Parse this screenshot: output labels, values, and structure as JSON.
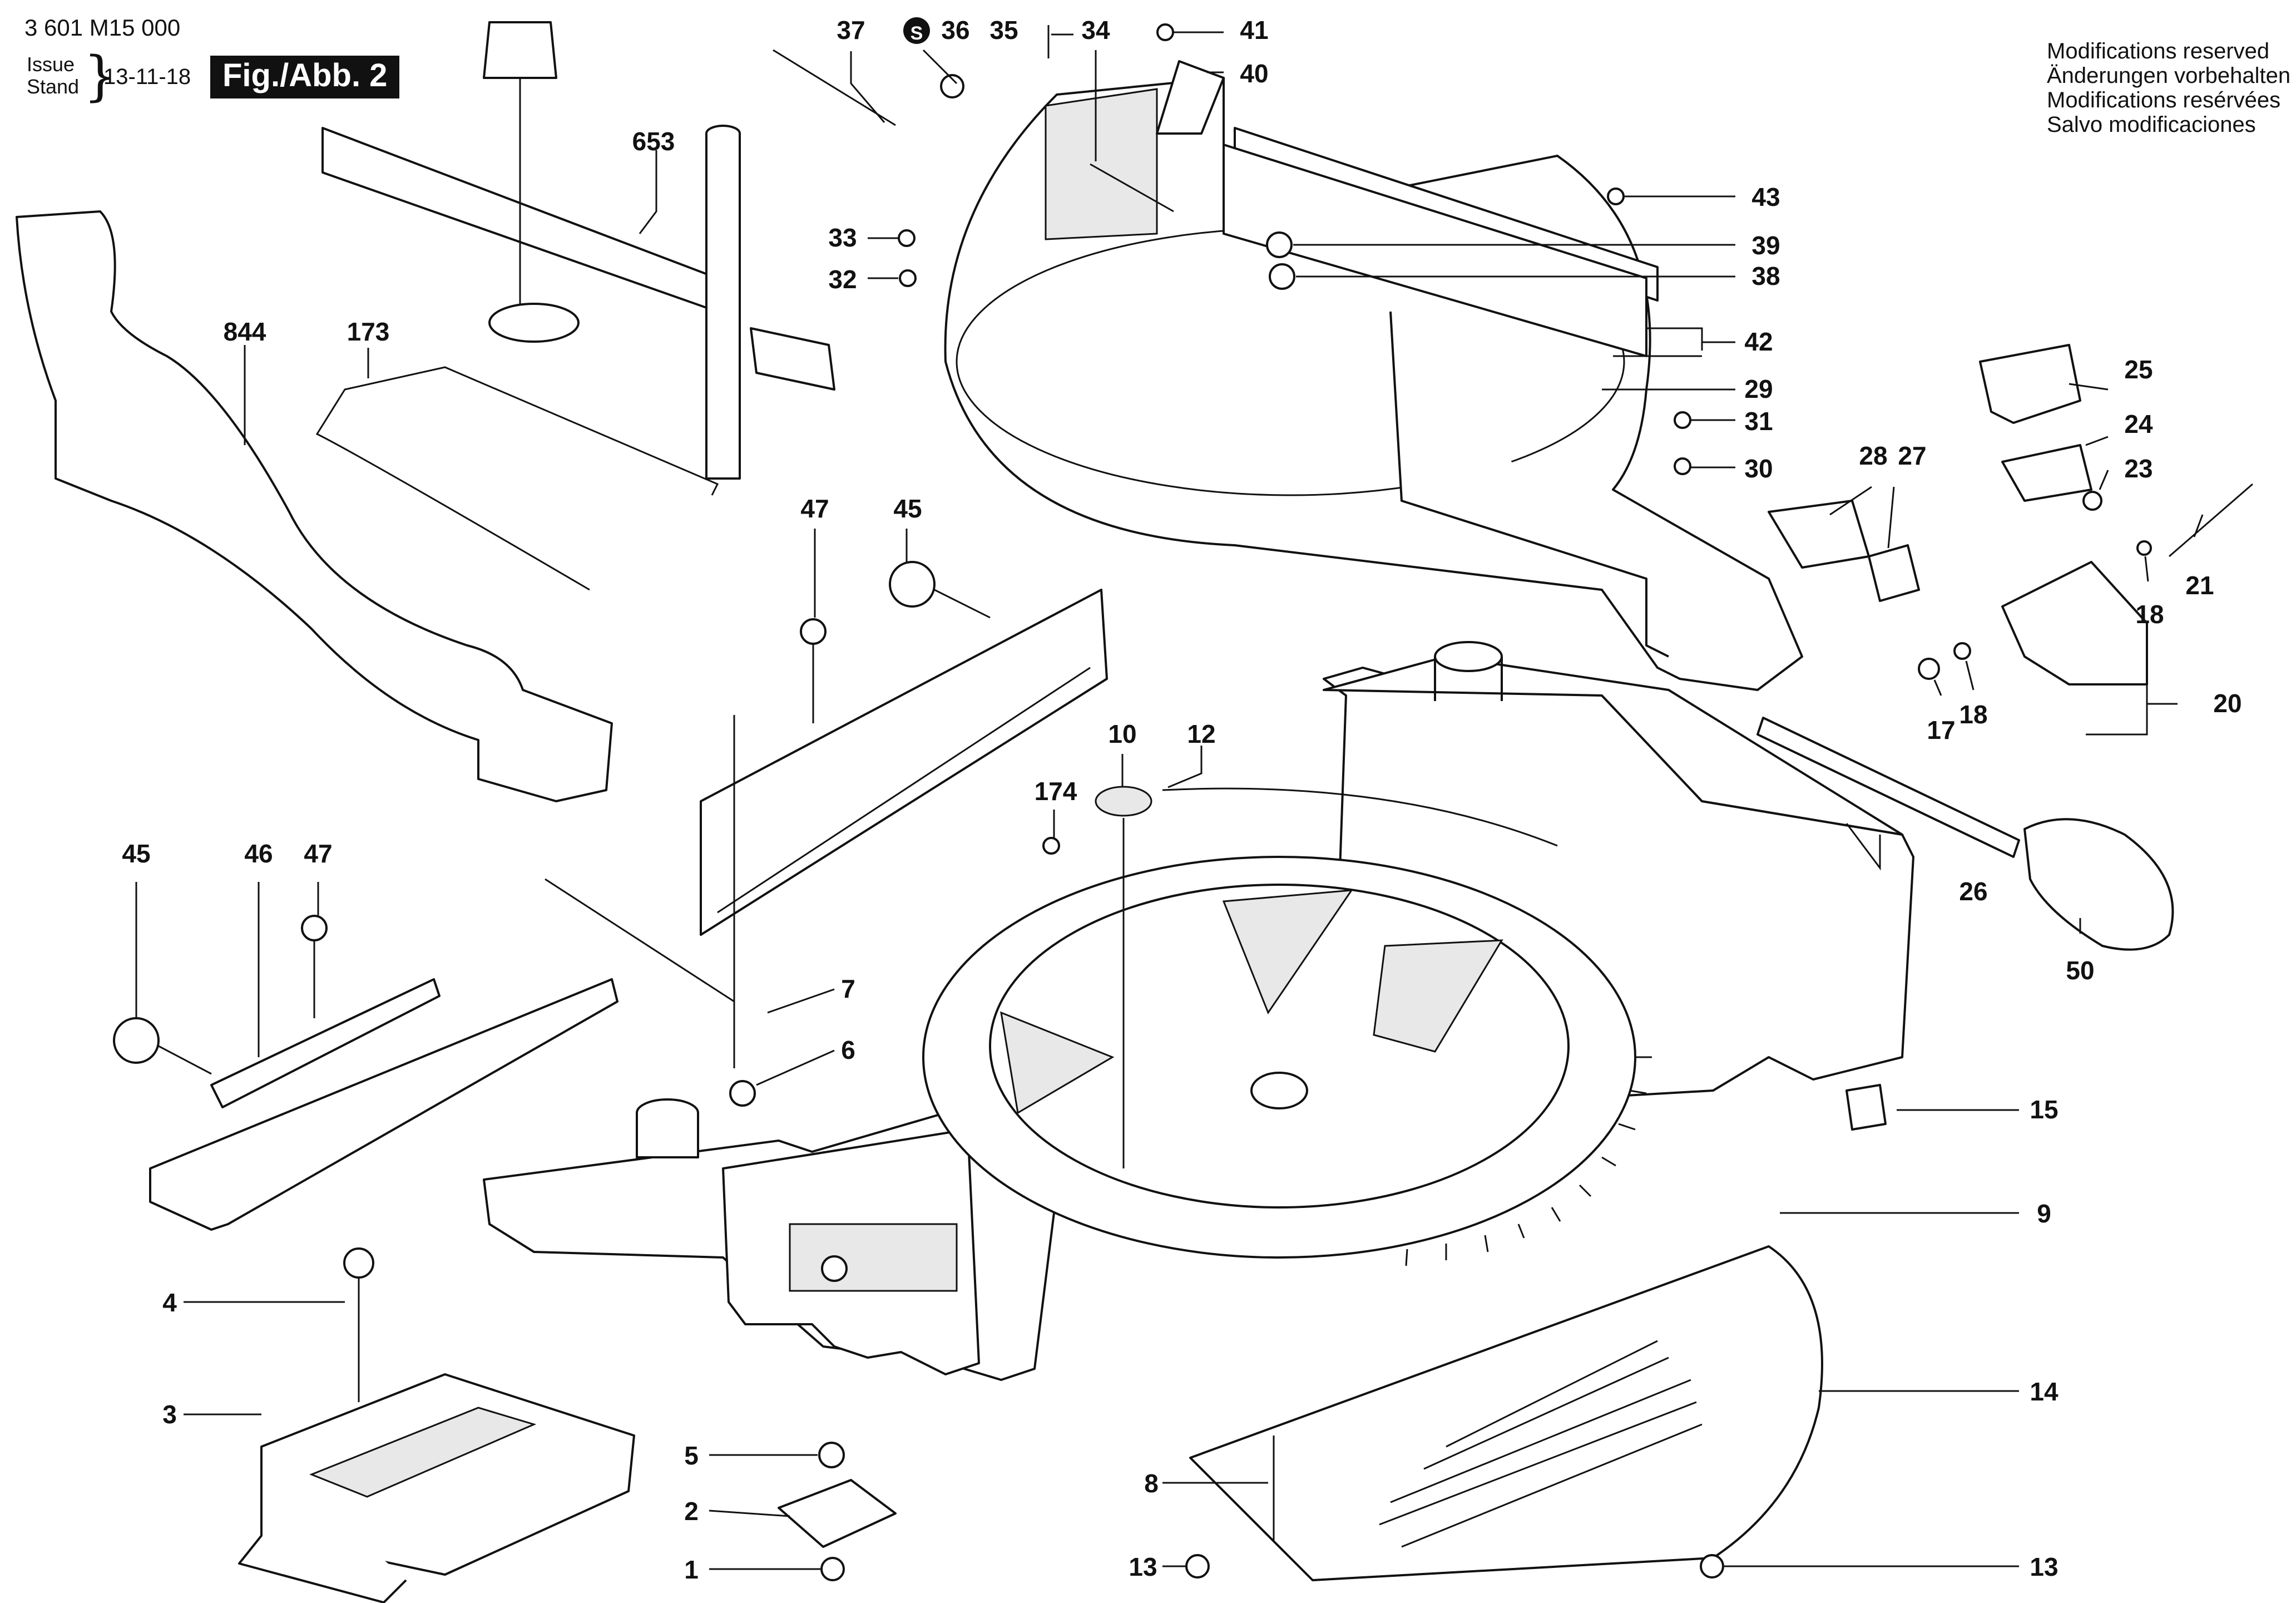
{
  "header": {
    "doc_number": "3 601 M15 000",
    "issue_label": "Issue",
    "stand_label": "Stand",
    "issue_date": "13-11-18",
    "figure_label": "Fig./Abb. 2"
  },
  "notes": [
    "Modifications reserved",
    "Änderungen vorbehalten",
    "Modifications resérvées",
    "Salvo modificaciones"
  ],
  "special_marker": "S",
  "callouts": {
    "c1": "1",
    "c2": "2",
    "c3": "3",
    "c4": "4",
    "c5": "5",
    "c6": "6",
    "c7": "7",
    "c8": "8",
    "c9": "9",
    "c10": "10",
    "c12": "12",
    "c13a": "13",
    "c13b": "13",
    "c14": "14",
    "c15": "15",
    "c17": "17",
    "c18a": "18",
    "c18b": "18",
    "c20": "20",
    "c21": "21",
    "c23": "23",
    "c24": "24",
    "c25": "25",
    "c26": "26",
    "c27": "27",
    "c28": "28",
    "c29": "29",
    "c30": "30",
    "c31": "31",
    "c32": "32",
    "c33": "33",
    "c34": "34",
    "c35": "35",
    "c36": "36",
    "c37": "37",
    "c38": "38",
    "c39": "39",
    "c40": "40",
    "c41": "41",
    "c42": "42",
    "c43": "43",
    "c45a": "45",
    "c45b": "45",
    "c46": "46",
    "c47a": "47",
    "c47b": "47",
    "c50": "50",
    "c173": "173",
    "c174": "174",
    "c653": "653",
    "c844": "844"
  }
}
